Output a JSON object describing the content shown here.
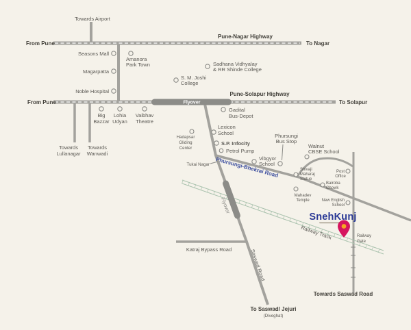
{
  "brand": {
    "name": "SnehKunj"
  },
  "colors": {
    "background": "#f5f2ea",
    "road_gray": "#a3a29d",
    "flyover_gray": "#8c8c88",
    "brand_blue": "#2b3a96",
    "road_label_blue": "#3c4e9e",
    "railway_green": "#aac2ae",
    "pin_red": "#d6155e",
    "pin_yellow": "#f5a623"
  },
  "directions": {
    "towards_airport": "Towards Airport",
    "from_pune_top": "From Pune",
    "to_nagar": "To Nagar",
    "from_pune_bottom": "From Pune",
    "to_solapur": "To Solapur",
    "towards_lullanagar_1": "Towards",
    "towards_lullanagar_2": "Lullanagar",
    "towards_wanwadi_1": "Towards",
    "towards_wanwadi_2": "Wanwadi",
    "towards_saswad_road": "Towards Saswad Road",
    "to_saswad_jejuri": "To Saswad/ Jejuri",
    "diveghat": "(Diveghat)"
  },
  "roads": {
    "pune_nagar_highway": "Pune-Nagar Highway",
    "pune_solapur_highway": "Pune-Solapur Highway",
    "flyover_bar": "Flyover",
    "flyover_rotated": "Flyover",
    "katraj_bypass": "Katraj Bypass Road",
    "saswad_road": "Saswad Road",
    "phursungi_bhekrai": "Phursungi-Bhekrai Road",
    "railway_track": "Railway Track",
    "railway_gate_1": "Railway",
    "railway_gate_2": "Gate",
    "tukai_nagar": "Tukai Nagar"
  },
  "landmarks": {
    "seasons_mall": "Seasons Mall",
    "amanora_1": "Amanora",
    "amanora_2": "Park Town",
    "magarpatta": "Magarpatta",
    "sm_joshi_1": "S. M. Joshi",
    "sm_joshi_2": "College",
    "noble_hospital": "Noble Hospital",
    "sadhana_1": "Sadhana Vidhyalay",
    "sadhana_2": "& RR Shinde College",
    "big_1": "Big",
    "big_2": "Bazzar",
    "lohia_1": "Lohia",
    "lohia_2": "Udyan",
    "vaibhav_1": "Vaibhav",
    "vaibhav_2": "Theatre",
    "gadital_1": "Gadital",
    "gadital_2": "Bus-Depot",
    "lexicon_1": "Lexicon",
    "lexicon_2": "School",
    "sp_infocity": "S.P. Infocity",
    "petrol_pump": "Petrol Pump",
    "hadapsar_1": "Hadapsar",
    "hadapsar_2": "Gliding",
    "hadapsar_3": "Center",
    "phursungi_bus_1": "Phursungi",
    "phursungi_bus_2": "Bus Stop",
    "vibgyor_1": "Vibgyor",
    "vibgyor_2": "School",
    "walnut_1": "Walnut",
    "walnut_2": "CBSE School",
    "shivaji_1": "Shivaji",
    "shivaji_2": "Maharaj",
    "shivaji_3": "Statue",
    "post_1": "Post",
    "post_2": "Office",
    "bairoba_1": "Bairoba",
    "bairoba_2": "Chowk",
    "mahadev_1": "Mahadev",
    "mahadev_2": "Temple",
    "new_english_1": "New English",
    "new_english_2": "School"
  }
}
